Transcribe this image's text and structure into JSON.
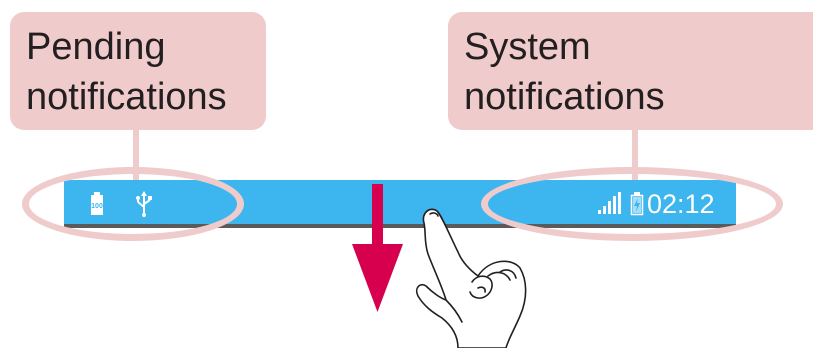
{
  "callouts": {
    "pending": {
      "line1": "Pending",
      "line2": "notifications"
    },
    "system": {
      "line1": "System",
      "line2": "notifications"
    }
  },
  "status_bar": {
    "left_icons": [
      "battery-100-icon",
      "usb-icon"
    ],
    "right_icons": [
      "signal-strength-icon",
      "battery-charging-icon"
    ],
    "clock": "02:12"
  },
  "colors": {
    "callout_fill": "#efcbcb",
    "status_bar": "#3db5ee",
    "status_bar_border": "#5a5a5a",
    "arrow": "#d6004f",
    "text": "#231f20"
  },
  "gesture": {
    "arrow_direction": "down",
    "hand_icon": "pointing-hand-icon"
  }
}
